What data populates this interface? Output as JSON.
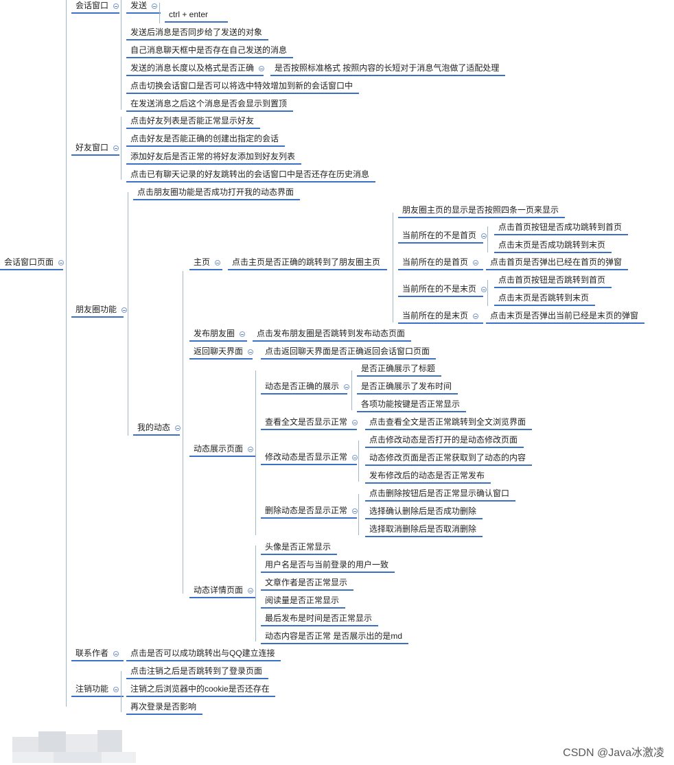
{
  "root": "会话窗口页面",
  "branches": {
    "chat": {
      "label": "会话窗口",
      "send": "发送",
      "send_key": "ctrl + enter",
      "items": [
        "发送后消息是否同步给了发送的对象",
        "自己消息聊天框中是否存在自己发送的消息",
        "发送的消息长度以及格式是否正确",
        "点击切换会话窗口是否可以将选中特效增加到新的会话窗口中",
        "在发送消息之后这个消息是否会显示到置顶"
      ],
      "format_detail": "是否按照标准格式 按照内容的长短对于消息气泡做了适配处理"
    },
    "friends": {
      "label": "好友窗口",
      "items": [
        "点击好友列表是否能正常显示好友",
        "点击好友是否能正确的创建出指定的会话",
        "添加好友后是否正常的将好友添加到好友列表",
        "点击已有聊天记录的好友跳转出的会话窗口中是否还存在历史消息"
      ]
    },
    "moments": {
      "label": "朋友圈功能",
      "open_check": "点击朋友圈功能是否成功打开我的动态界面",
      "my_posts": "我的动态",
      "home": {
        "label": "主页",
        "check": "点击主页是否正确的跳转到了朋友圈主页",
        "page_size": "朋友圈主页的显示是否按照四条一页来显示",
        "not_first": "当前所在的不是首页",
        "not_first_items": [
          "点击首页按钮是否成功跳转到首页",
          "点击末页是否成功跳转到末页"
        ],
        "is_first": "当前所在的是首页",
        "is_first_item": "点击首页是否弹出已经在首页的弹窗",
        "not_last": "当前所在的不是末页",
        "not_last_items": [
          "点击首页按钮是否跳转到首页",
          "点击末页是否跳转到末页"
        ],
        "is_last": "当前所在的是末页",
        "is_last_item": "点击末页是否弹出当前已经是末页的弹窗"
      },
      "publish": {
        "label": "发布朋友圈",
        "check": "点击发布朋友圈是否跳转到发布动态页面"
      },
      "back": {
        "label": "返回聊天界面",
        "check": "点击返回聊天界面是否正确返回会话窗口页面"
      },
      "display": {
        "label": "动态展示页面",
        "shown": "动态是否正确的展示",
        "shown_items": [
          "是否正确展示了标题",
          "是否正确展示了发布时间",
          "各项功能按键是否正常显示"
        ],
        "fulltext": "查看全文是否显示正常",
        "fulltext_item": "点击查看全文是否正常跳转到全文浏览界面",
        "edit": "修改动态是否显示正常",
        "edit_items": [
          "点击修改动态是否打开的是动态修改页面",
          "动态修改页面是否正常获取到了动态的内容",
          "发布修改后的动态是否正常发布"
        ],
        "delete": "删除动态是否显示正常",
        "delete_items": [
          "点击删除按钮后是否正常显示确认窗口",
          "选择确认删除后是否成功删除",
          "选择取消删除后是否取消删除"
        ]
      },
      "detail": {
        "label": "动态详情页面",
        "items": [
          "头像是否正常显示",
          "用户名是否与当前登录的用户一致",
          "文章作者是否正常显示",
          "阅读量是否正常显示",
          "最后发布是时间是否正常显示",
          "动态内容是否正常 是否展示出的是md"
        ]
      }
    },
    "contact": {
      "label": "联系作者",
      "check": "点击是否可以成功跳转出与QQ建立连接"
    },
    "logout": {
      "label": "注销功能",
      "items": [
        "点击注销之后是否跳转到了登录页面",
        "注销之后浏览器中的cookie是否还存在",
        "再次登录是否影响"
      ]
    }
  },
  "watermark": "CSDN @Java冰激凌",
  "colors": {
    "underline": "#3a6fc7",
    "connector": "#9bb6e3",
    "toggle": "#7d9ad2"
  }
}
